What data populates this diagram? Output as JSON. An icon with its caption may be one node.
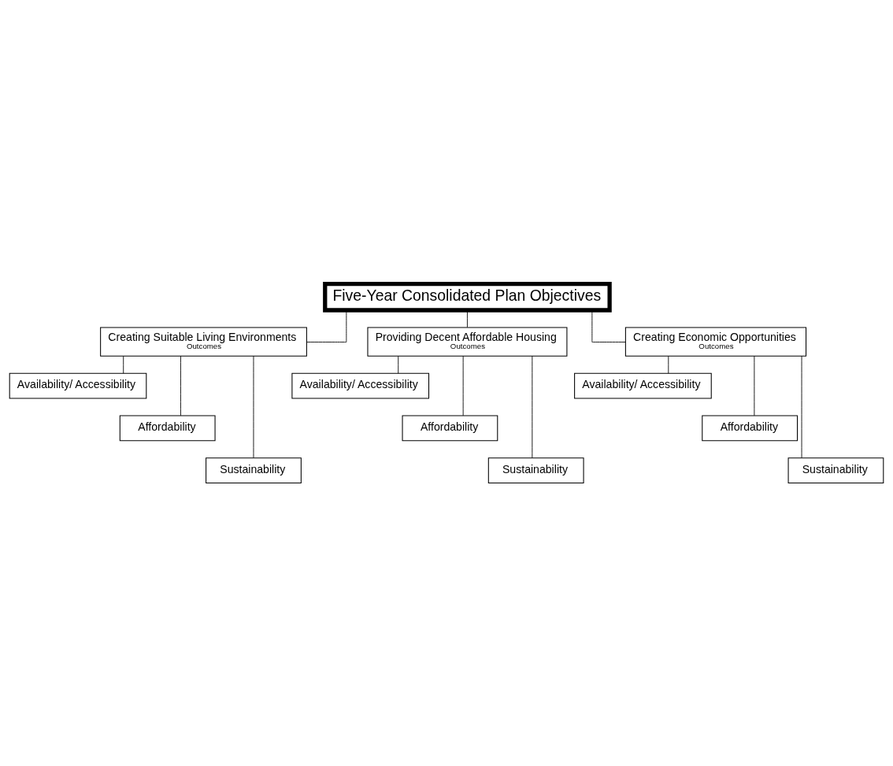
{
  "diagram": {
    "nodes": [
      {
        "text": [
          "Five-Year Consolidated Plan Objectives"
        ]
      },
      {
        "text": [
          "Creating Suitable Living Environments",
          "Outcomes"
        ]
      },
      {
        "text": [
          "Providing Decent Affordable Housing",
          "Outcomes"
        ]
      },
      {
        "text": [
          "Creating Economic Opportunities",
          "Outcomes"
        ]
      },
      {
        "text": [
          "Availability/ Accessibility"
        ]
      },
      {
        "text": [
          "Affordability"
        ]
      },
      {
        "text": [
          "Sustainability"
        ]
      },
      {
        "text": [
          "Availability/ Accessibility"
        ]
      },
      {
        "text": [
          "Affordability"
        ]
      },
      {
        "text": [
          "Sustainability"
        ]
      },
      {
        "text": [
          "Availability/ Accessibility"
        ]
      },
      {
        "text": [
          "Affordability"
        ]
      },
      {
        "text": [
          "Sustainability"
        ]
      }
    ],
    "edges": [
      {
        "from": 0,
        "to": 1,
        "arrow": "none"
      },
      {
        "from": 0,
        "to": 2,
        "arrow": "none"
      },
      {
        "from": 0,
        "to": 3,
        "arrow": "none"
      },
      {
        "from": 1,
        "to": 4,
        "arrow": "none"
      },
      {
        "from": 1,
        "to": 5,
        "arrow": "none"
      },
      {
        "from": 1,
        "to": 6,
        "arrow": "none"
      },
      {
        "from": 2,
        "to": 7,
        "arrow": "none"
      },
      {
        "from": 2,
        "to": 8,
        "arrow": "none"
      },
      {
        "from": 2,
        "to": 9,
        "arrow": "none"
      },
      {
        "from": 3,
        "to": 10,
        "arrow": "none"
      },
      {
        "from": 3,
        "to": 11,
        "arrow": "none"
      },
      {
        "from": 3,
        "to": 12,
        "arrow": "none"
      }
    ]
  }
}
